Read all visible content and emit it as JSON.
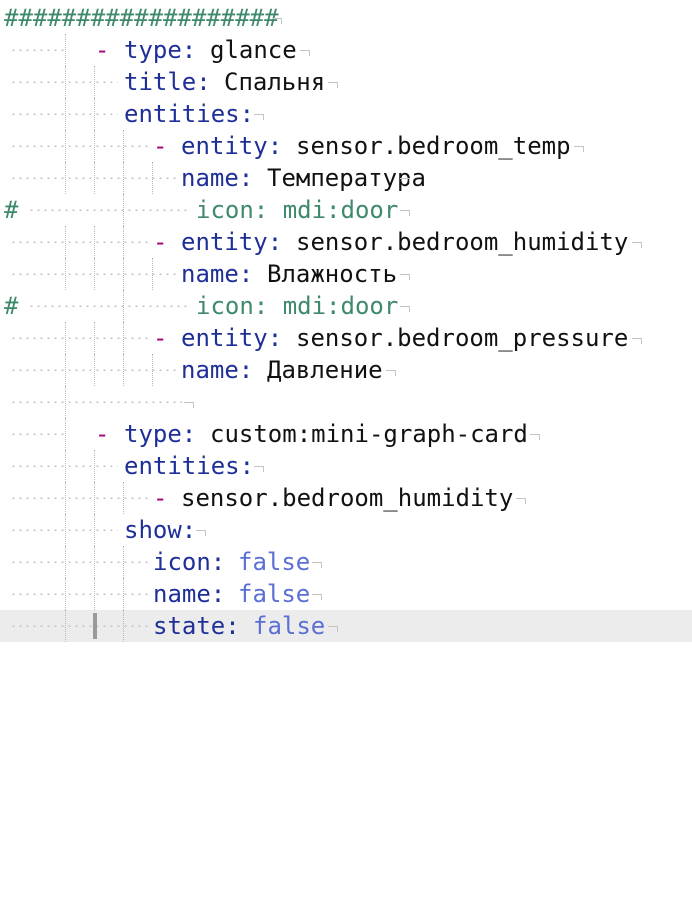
{
  "editor": {
    "lines": [
      {
        "comment": "###################"
      },
      {
        "dash": "-",
        "key": "type:",
        "val": "glance"
      },
      {
        "key": "title:",
        "val": "Спальня"
      },
      {
        "key": "entities:"
      },
      {
        "dash": "-",
        "key": "entity:",
        "val": "sensor.bedroom_temp"
      },
      {
        "key": "name:",
        "val": "Температура"
      },
      {
        "hash": "#",
        "comment": "icon: mdi:door"
      },
      {
        "dash": "-",
        "key": "entity:",
        "val": "sensor.bedroom_humidity"
      },
      {
        "key": "name:",
        "val": "Влажность"
      },
      {
        "hash": "#",
        "comment": "icon: mdi:door"
      },
      {
        "dash": "-",
        "key": "entity:",
        "val": "sensor.bedroom_pressure"
      },
      {
        "key": "name:",
        "val": "Давление"
      },
      {},
      {
        "dash": "-",
        "key": "type:",
        "val": "custom:mini-graph-card"
      },
      {
        "key": "entities:"
      },
      {
        "dash": "-",
        "val": "sensor.bedroom_humidity"
      },
      {
        "key": "show:"
      },
      {
        "key": "icon:",
        "bool": "false"
      },
      {
        "key": "name:",
        "bool": "false"
      },
      {
        "key": "state:",
        "bool": "false"
      }
    ]
  }
}
